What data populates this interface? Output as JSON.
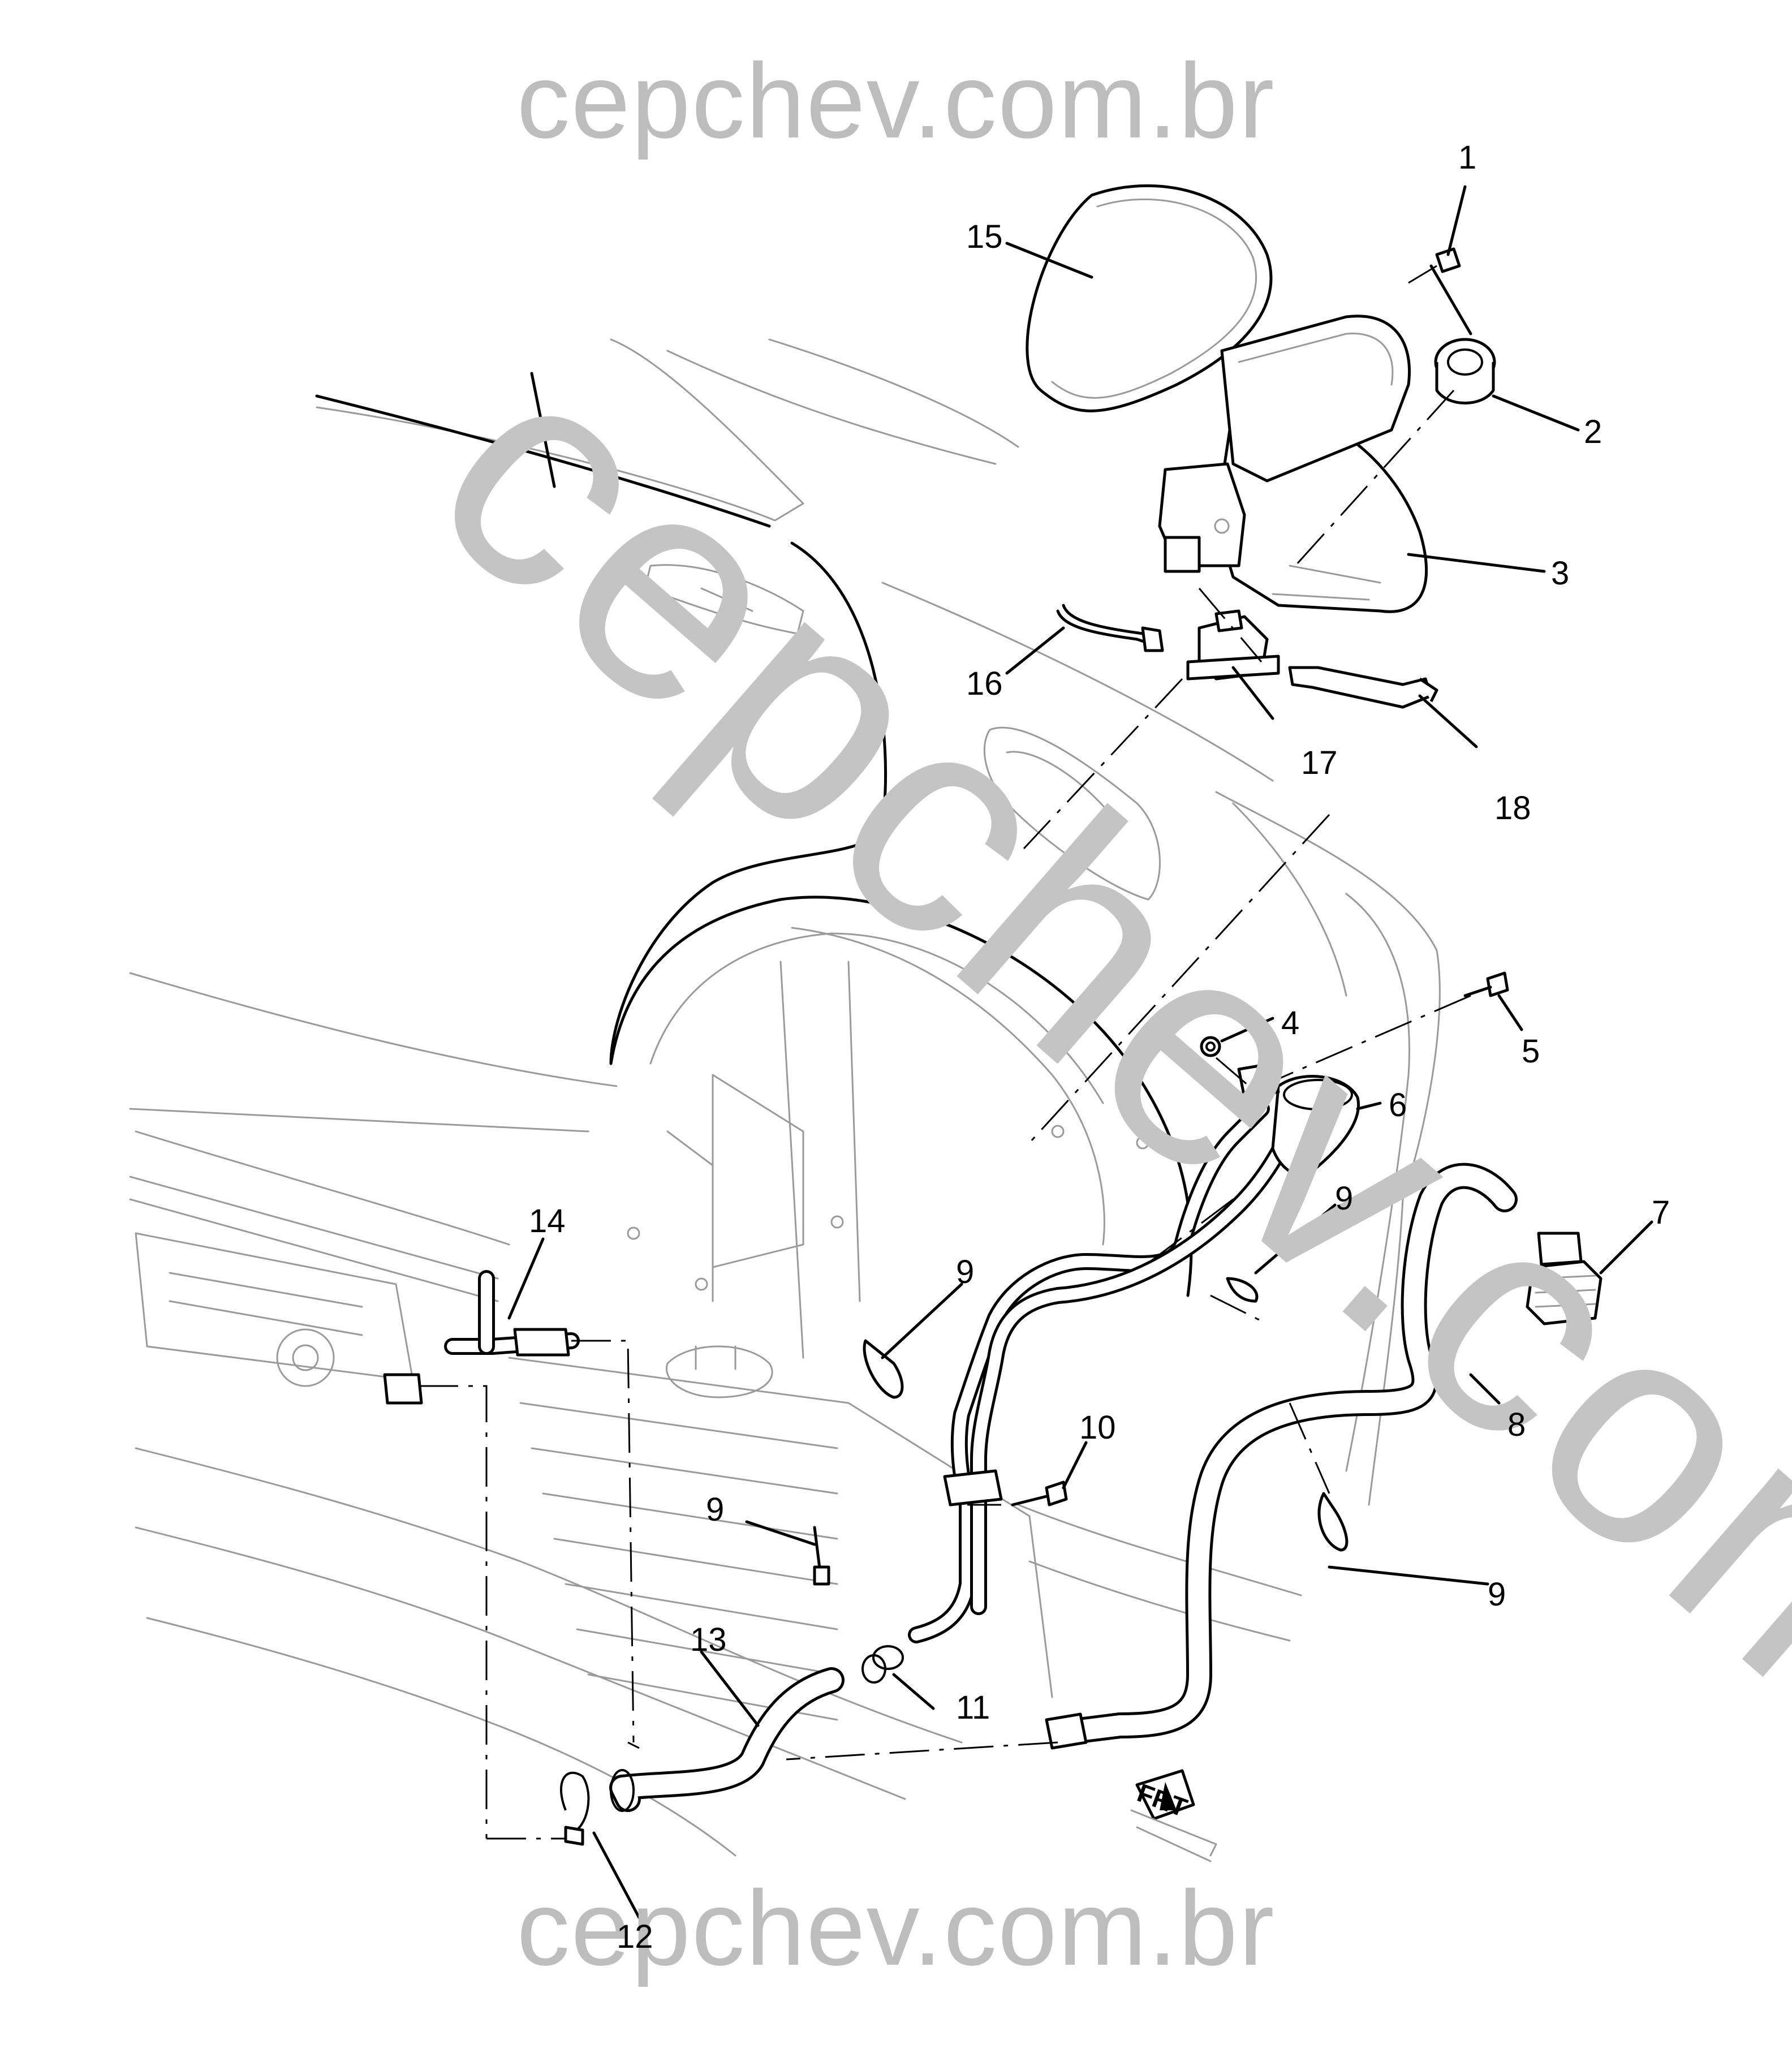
{
  "watermark": {
    "top": "cepchev.com.br",
    "bottom": "cepchev.com.br",
    "diagonal": "cepchev.com.br"
  },
  "orientation_label": "FRT",
  "callouts": [
    {
      "id": "1",
      "label": "1"
    },
    {
      "id": "2",
      "label": "2"
    },
    {
      "id": "3",
      "label": "3"
    },
    {
      "id": "4",
      "label": "4"
    },
    {
      "id": "5",
      "label": "5"
    },
    {
      "id": "6",
      "label": "6"
    },
    {
      "id": "7",
      "label": "7"
    },
    {
      "id": "8",
      "label": "8"
    },
    {
      "id": "9a",
      "label": "9"
    },
    {
      "id": "9b",
      "label": "9"
    },
    {
      "id": "9c",
      "label": "9"
    },
    {
      "id": "9d",
      "label": "9"
    },
    {
      "id": "10",
      "label": "10"
    },
    {
      "id": "11",
      "label": "11"
    },
    {
      "id": "12",
      "label": "12"
    },
    {
      "id": "13",
      "label": "13"
    },
    {
      "id": "14",
      "label": "14"
    },
    {
      "id": "15",
      "label": "15"
    },
    {
      "id": "16",
      "label": "16"
    },
    {
      "id": "17",
      "label": "17"
    },
    {
      "id": "18",
      "label": "18"
    }
  ]
}
